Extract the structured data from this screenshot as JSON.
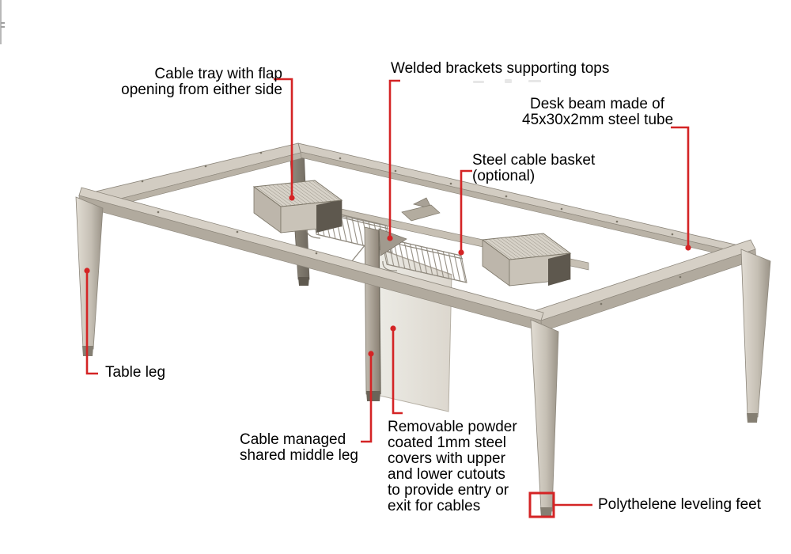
{
  "colors": {
    "annotation_red": "#d42425",
    "label_text": "#000000",
    "background": "#ffffff",
    "metal_light": "#d6d0c6",
    "metal_shadow": "#b1aa9e",
    "tray_opening_dark": "#5e584e"
  },
  "labels": {
    "cable_tray": {
      "line1": "Cable tray with flap",
      "line2": "opening from either side"
    },
    "welded_brackets": {
      "line1": "Welded brackets supporting tops"
    },
    "desk_beam": {
      "line1": "Desk beam made of",
      "line2": "45x30x2mm steel tube"
    },
    "cable_basket": {
      "line1": "Steel cable basket",
      "line2": "(optional)"
    },
    "table_leg": {
      "line1": "Table leg"
    },
    "middle_leg": {
      "line1": "Cable managed",
      "line2": "shared middle leg"
    },
    "covers": {
      "line1": "Removable powder",
      "line2": "coated 1mm steel",
      "line3": "covers with upper",
      "line4": "and lower cutouts",
      "line5": "to provide entry or",
      "line6": "exit for cables"
    },
    "leveling_feet": {
      "line1": "Polythelene leveling feet"
    }
  }
}
